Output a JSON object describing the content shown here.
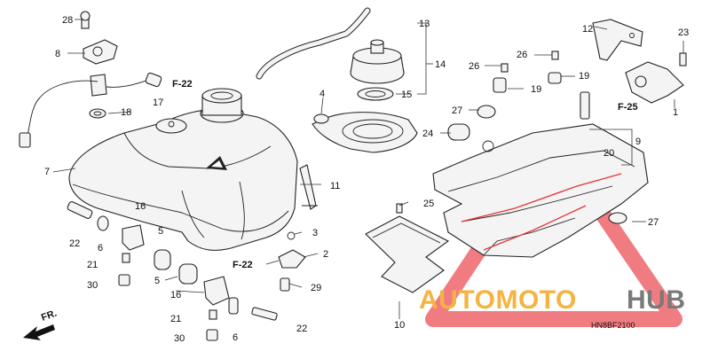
{
  "callouts": [
    {
      "label": "28"
    },
    {
      "label": "8"
    },
    {
      "label": "18"
    },
    {
      "label": "17"
    },
    {
      "label": "7"
    },
    {
      "label": "F-22"
    },
    {
      "label": "4"
    },
    {
      "label": "13"
    },
    {
      "label": "14"
    },
    {
      "label": "15"
    },
    {
      "label": "12"
    },
    {
      "label": "23"
    },
    {
      "label": "26"
    },
    {
      "label": "26"
    },
    {
      "label": "19"
    },
    {
      "label": "19"
    },
    {
      "label": "F-25"
    },
    {
      "label": "1"
    },
    {
      "label": "27"
    },
    {
      "label": "24"
    },
    {
      "label": "9"
    },
    {
      "label": "20"
    },
    {
      "label": "11"
    },
    {
      "label": "25"
    },
    {
      "label": "27"
    },
    {
      "label": "16"
    },
    {
      "label": "22"
    },
    {
      "label": "6"
    },
    {
      "label": "21"
    },
    {
      "label": "30"
    },
    {
      "label": "5"
    },
    {
      "label": "3"
    },
    {
      "label": "2"
    },
    {
      "label": "F-22"
    },
    {
      "label": "5"
    },
    {
      "label": "16"
    },
    {
      "label": "29"
    },
    {
      "label": "21"
    },
    {
      "label": "30"
    },
    {
      "label": "6"
    },
    {
      "label": "22"
    },
    {
      "label": "10"
    }
  ],
  "front_marker": "FR.",
  "diagram_code": "HN8BF2100",
  "watermark": {
    "text_left": "AUTOMOTO",
    "text_right": "HUB",
    "color_orange": "#f5b342",
    "color_gray": "#7a7a7a",
    "color_red": "#e8323a"
  }
}
